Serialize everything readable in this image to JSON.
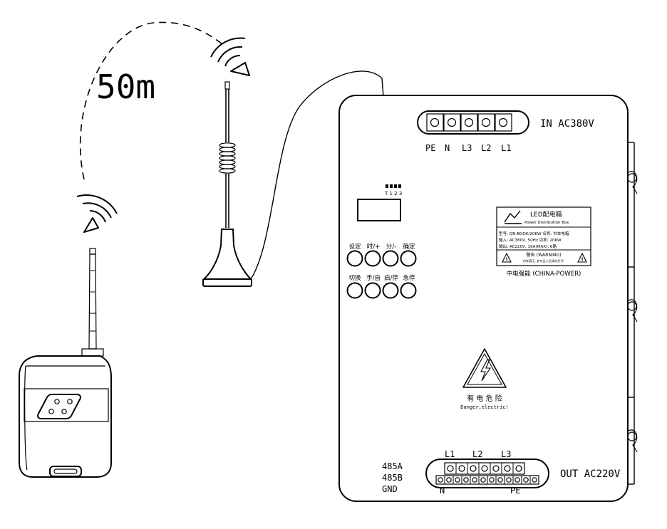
{
  "distance_label": "50m",
  "terminal_in": {
    "voltage_label": "IN AC380V",
    "labels": [
      "PE",
      "N",
      "L3",
      "L2",
      "L1"
    ]
  },
  "terminal_out": {
    "top_labels": [
      "L1",
      "L2",
      "L3"
    ],
    "signal_labels": [
      "485A",
      "485B",
      "GND"
    ],
    "bottom_labels": [
      "N",
      "PE"
    ],
    "voltage_label": "OUT AC220V"
  },
  "indicators": {
    "label": "T 1 2 3"
  },
  "buttons_row1": [
    "设定",
    "时/+",
    "分/-",
    "确定"
  ],
  "buttons_row2": [
    "切换",
    "手/自",
    "启/停",
    "急停"
  ],
  "nameplate": {
    "title": "LED配电箱",
    "subtitle": "Power Distribution Box",
    "lines": [
      "型号: QN-BOOK/20KW  名称: 书本电箱",
      "输入: AC380V, 50Hz  功率: 20KW",
      "输出: AC220V, 16A(MAX), 6路"
    ],
    "warning_title": "警告 (WARNING)",
    "warning_text": "内有高压, 非专业人员请勿打开!",
    "brand": "中电强能 (CHINA-POWER)"
  },
  "hazard": {
    "cn": "有 电 危 险",
    "en": "Danger,electric!"
  }
}
